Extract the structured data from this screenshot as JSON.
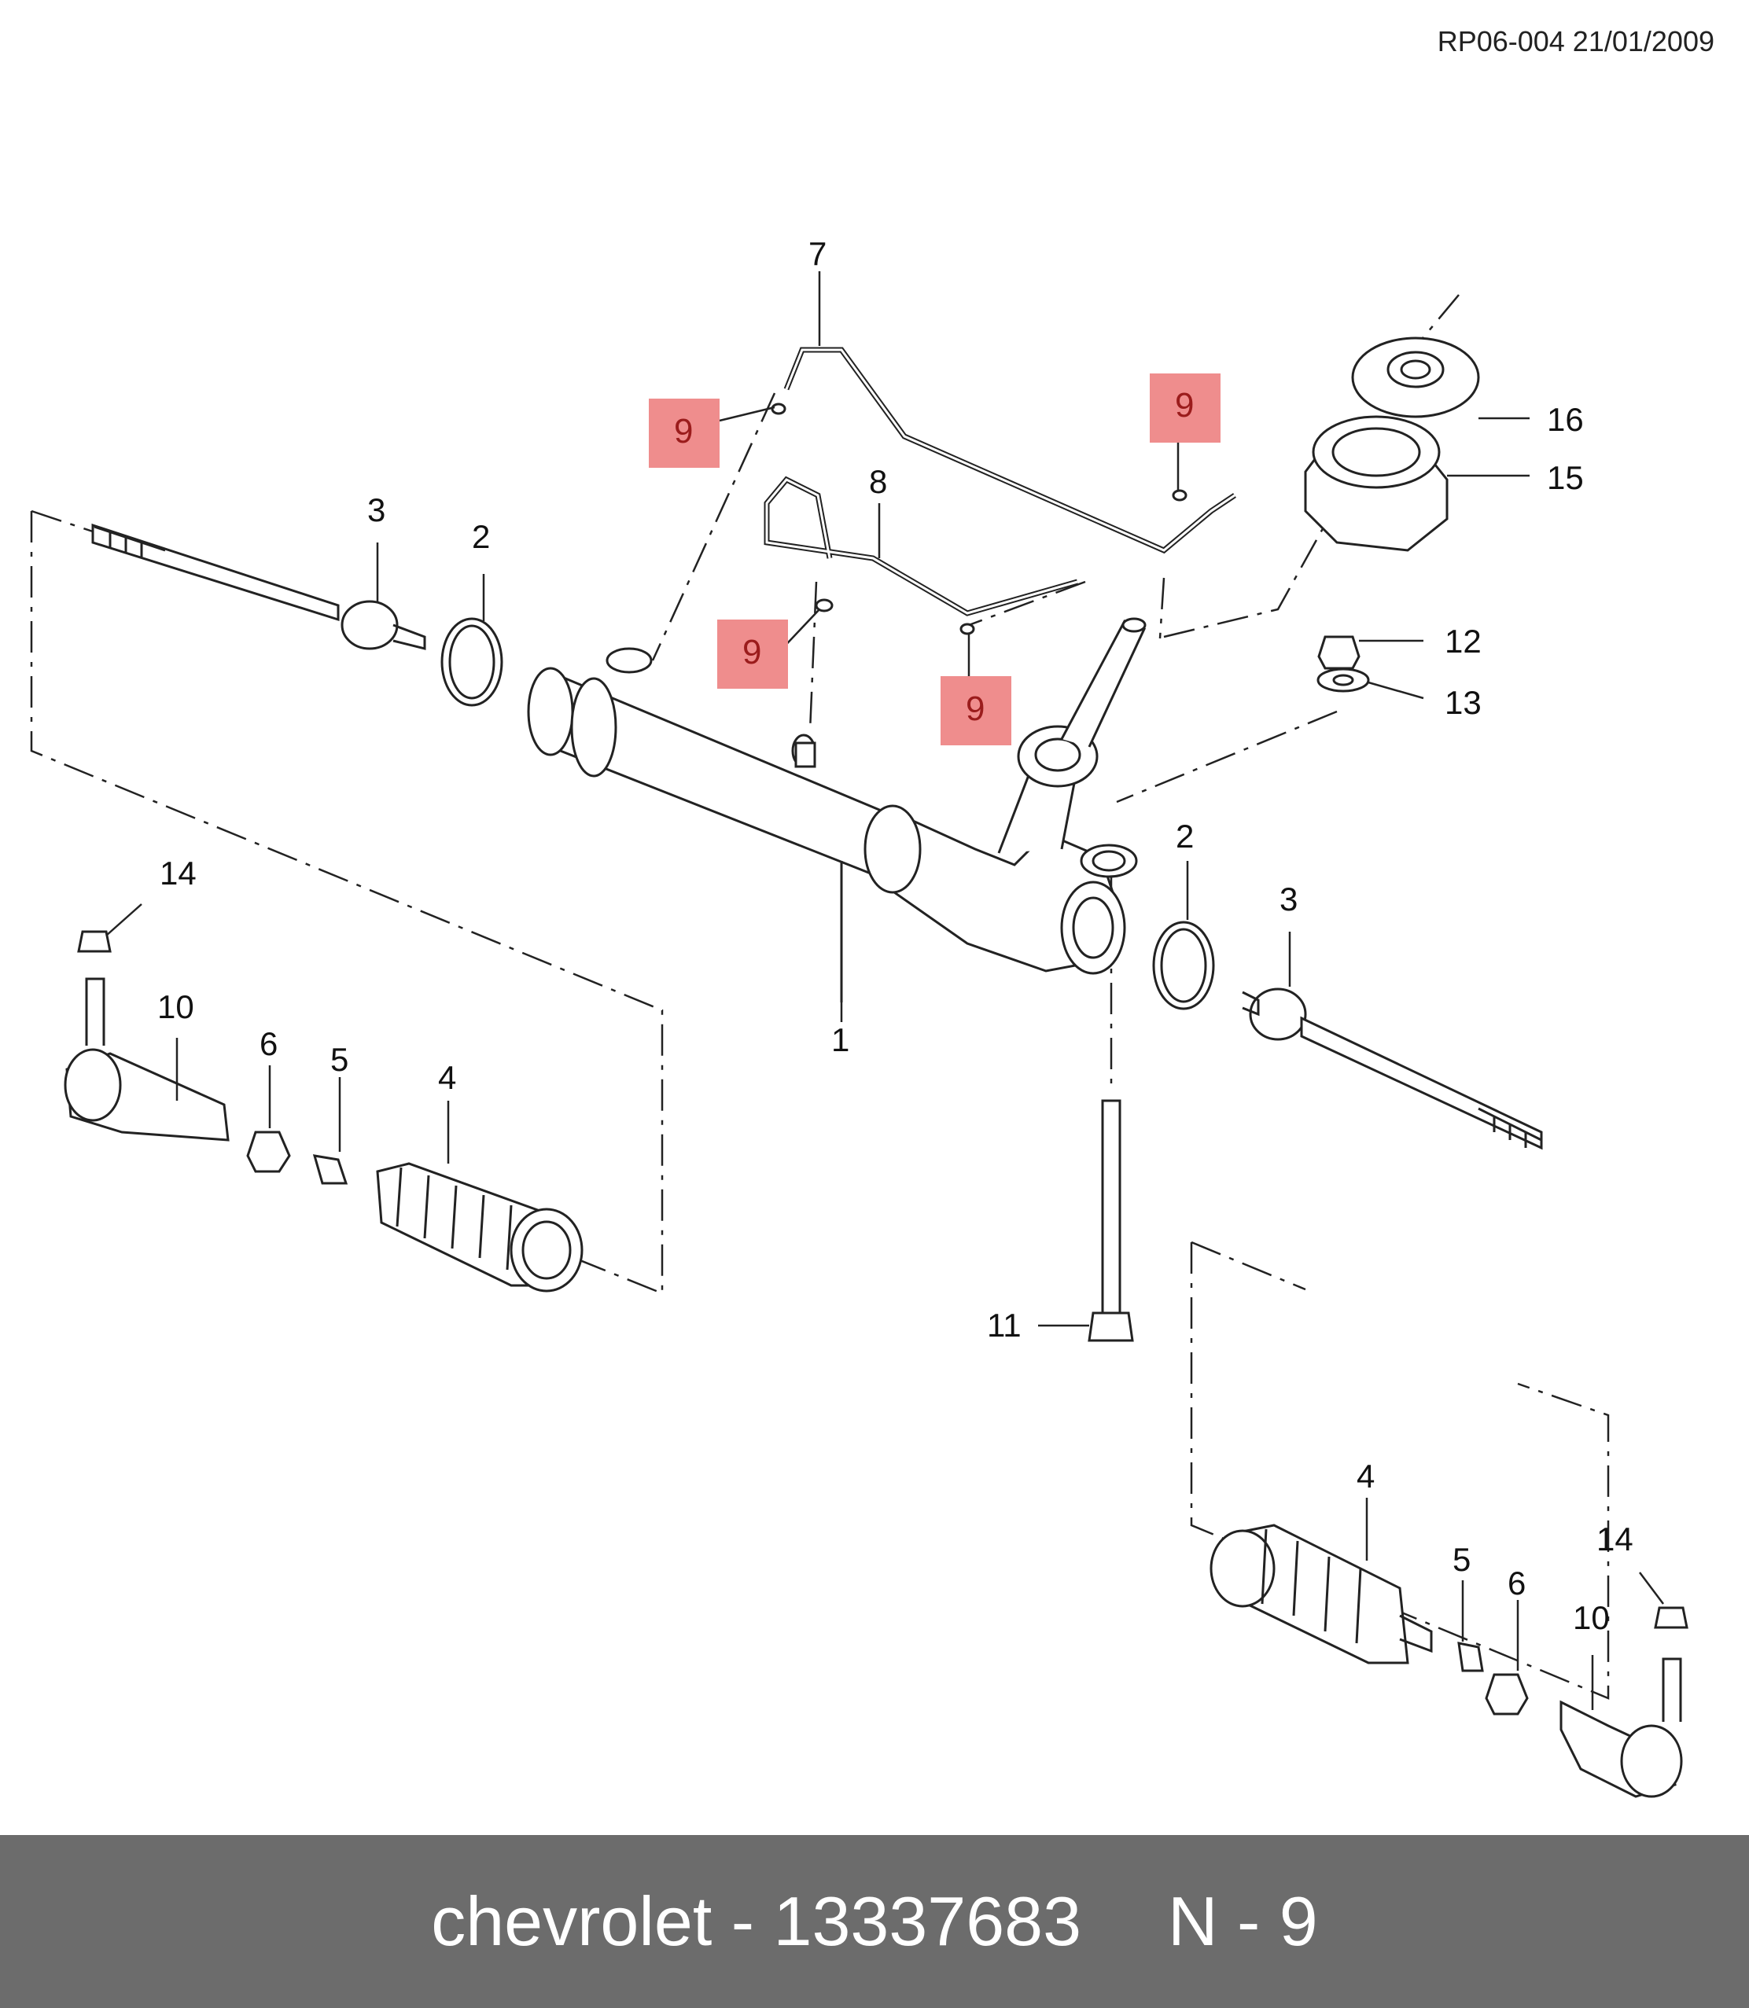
{
  "reference": "RP06-004 21/01/2009",
  "footer": {
    "brand": "chevrolet",
    "part_number": "13337683",
    "position": "N - 9"
  },
  "callouts": {
    "c1": "1",
    "c2a": "2",
    "c2b": "2",
    "c3a": "3",
    "c3b": "3",
    "c4a": "4",
    "c4b": "4",
    "c5a": "5",
    "c5b": "5",
    "c6a": "6",
    "c6b": "6",
    "c7": "7",
    "c8": "8",
    "c9a": "9",
    "c9b": "9",
    "c9c": "9",
    "c9d": "9",
    "c10a": "10",
    "c10b": "10",
    "c11": "11",
    "c12": "12",
    "c13": "13",
    "c14a": "14",
    "c14b": "14",
    "c15": "15",
    "c16": "16"
  },
  "highlight_color": "#ef8d8d"
}
